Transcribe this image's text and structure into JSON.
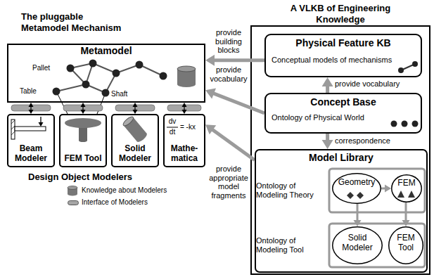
{
  "diagram": {
    "nodes": [
      {
        "text": [
          "A VLKB of Engineering Knowledge"
        ]
      },
      {
        "text": [
          "Physical Feature KB",
          "Conceptual models of mechanisms"
        ],
        "in": 0
      },
      {
        "text": [
          "Concept Base",
          "Ontology of Physical World"
        ],
        "in": 0
      },
      {
        "text": [
          "Model Library"
        ],
        "in": 0
      },
      {
        "text": [
          "Ontology of Modeling Theory"
        ],
        "in": 3
      },
      {
        "text": [
          "Geometry"
        ],
        "in": 4
      },
      {
        "text": [
          "FEM"
        ],
        "in": 4
      },
      {
        "text": [
          "Ontology of Modeling Tool"
        ],
        "in": 3
      },
      {
        "text": [
          "Solid Modeler"
        ],
        "in": 7
      },
      {
        "text": [
          "FEM Tool"
        ],
        "in": 7
      },
      {
        "text": [
          "Metamodel"
        ]
      },
      {
        "text": [
          "Beam Modeler"
        ]
      },
      {
        "text": [
          "FEM Tool"
        ]
      },
      {
        "text": [
          "Solid Modeler"
        ]
      },
      {
        "text": [
          "Mathe- matica"
        ]
      }
    ],
    "edges": [
      {
        "from": 1,
        "to": 10,
        "label": "provide building blocks",
        "arrow": "to"
      },
      {
        "from": 2,
        "to": 10,
        "label": "provide vocabulary",
        "arrow": "to"
      },
      {
        "from": 2,
        "to": 1,
        "label": "provide vocabulary",
        "arrow": "to"
      },
      {
        "from": 2,
        "to": 3,
        "label": "correspondence",
        "arrow": "to"
      },
      {
        "from": 3,
        "to": 14,
        "label": "provide appropriate model fragments",
        "arrow": "to"
      },
      {
        "from": 5,
        "to": 6,
        "arrow": "to"
      },
      {
        "from": 5,
        "to": 8,
        "arrow": "to"
      },
      {
        "from": 6,
        "to": 9,
        "arrow": "to"
      },
      {
        "from": 10,
        "to": 11,
        "arrow": "both"
      },
      {
        "from": 10,
        "to": 12,
        "arrow": "both"
      },
      {
        "from": 10,
        "to": 13,
        "arrow": "both"
      },
      {
        "from": 10,
        "to": 14,
        "arrow": "both"
      }
    ],
    "labels": [
      "The pluggable Metamodel Mechanism",
      "Pallet",
      "Table",
      "Shaft",
      "dv",
      "dt",
      "= -kx",
      "Design Object Modelers"
    ],
    "legend": [
      {
        "text": "Knowledge about Modelers"
      },
      {
        "text": "Interface of Modelers",
        "color": "#a6a6a6"
      }
    ]
  }
}
